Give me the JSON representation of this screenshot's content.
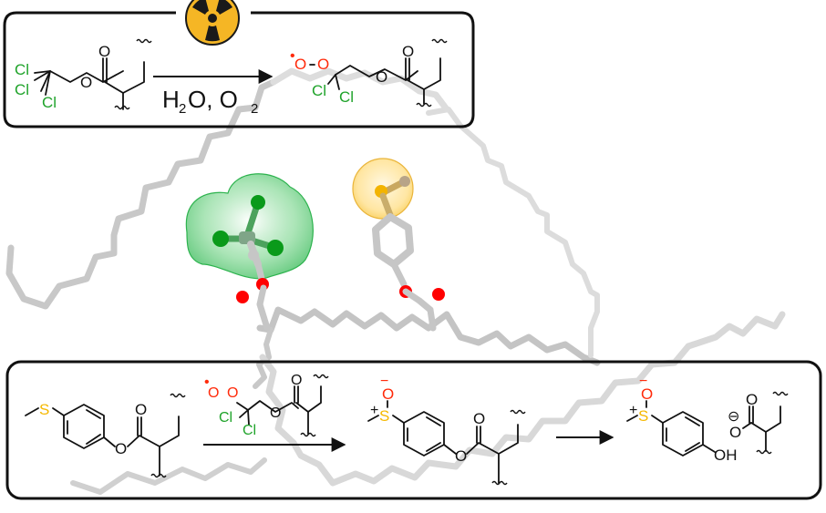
{
  "figure": {
    "type": "reaction-scheme",
    "colors": {
      "chlorine": "#1fa32a",
      "oxygen": "#ff2a0a",
      "sulfur": "#f5b800",
      "bond": "#111111",
      "polymer_chain": "#c4c4c4",
      "radiation_badge": "#f5b625",
      "cl_surface": "#5fc976",
      "s_surface": "#ffd36a",
      "atom_red": "#ff0000",
      "atom_green": "#0a9a1a"
    }
  },
  "top_panel": {
    "icon": "radiation-trefoil-icon",
    "reactant": {
      "name": "2,2,2-trichloroethyl ester repeat unit",
      "atoms": {
        "cl1": "Cl",
        "cl2": "Cl",
        "cl3": "Cl",
        "o_ester": "O",
        "o_carbonyl": "O"
      }
    },
    "conditions": {
      "h": "H",
      "sub2a": "2",
      "o_mid": "O, O",
      "sub2b": "2"
    },
    "product": {
      "name": "dichloro peroxyl radical ester",
      "atoms": {
        "radical_dot": "•",
        "o1": "O",
        "o2": "O",
        "cl1": "Cl",
        "cl2": "Cl",
        "o_ester": "O",
        "o_carbonyl": "O"
      }
    }
  },
  "middle": {
    "description": "3D polymer model with trichloromethyl (green surface) and thioether (yellow surface) side groups"
  },
  "bottom_panel": {
    "reactant": {
      "name": "4-(methylthio)phenyl ester repeat unit",
      "atoms": {
        "s": "S",
        "o_ester": "O",
        "o_carbonyl": "O"
      }
    },
    "oxidant": {
      "atoms": {
        "radical_dot": "•",
        "o1": "O",
        "o2": "O",
        "cl1": "Cl",
        "cl2": "Cl",
        "o_ester": "O",
        "o_carbonyl": "O"
      }
    },
    "intermediate": {
      "name": "sulfoxide phenyl ester",
      "atoms": {
        "o_minus": "−",
        "o": "O",
        "s_plus": "+",
        "s": "S",
        "o_ester": "O",
        "o_carbonyl": "O"
      }
    },
    "products": {
      "phenol": {
        "o_minus": "−",
        "o": "O",
        "s_plus": "+",
        "s": "S",
        "oh": "OH"
      },
      "carboxylate": {
        "charge": "⊖",
        "o_minus": "O",
        "o_carbonyl": "O"
      }
    }
  }
}
